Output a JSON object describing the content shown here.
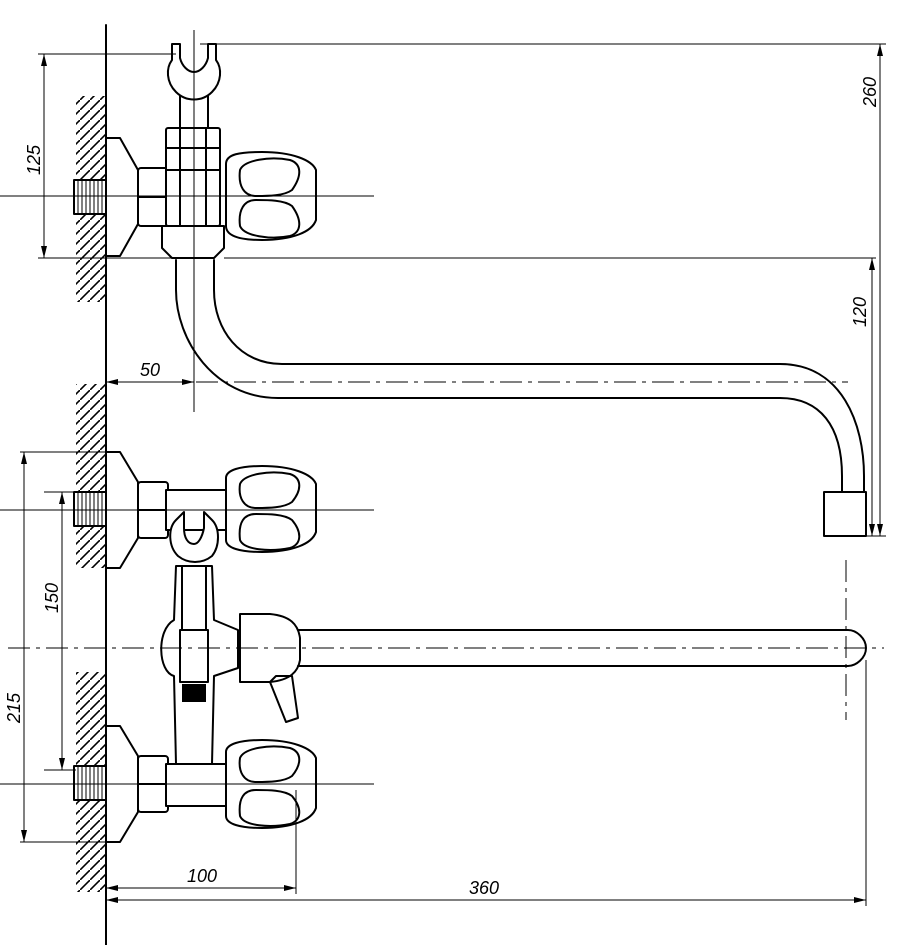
{
  "dimensions": {
    "d260": "260",
    "d125": "125",
    "d120": "120",
    "d50": "50",
    "d150": "150",
    "d215": "215",
    "d100": "100",
    "d360": "360"
  }
}
